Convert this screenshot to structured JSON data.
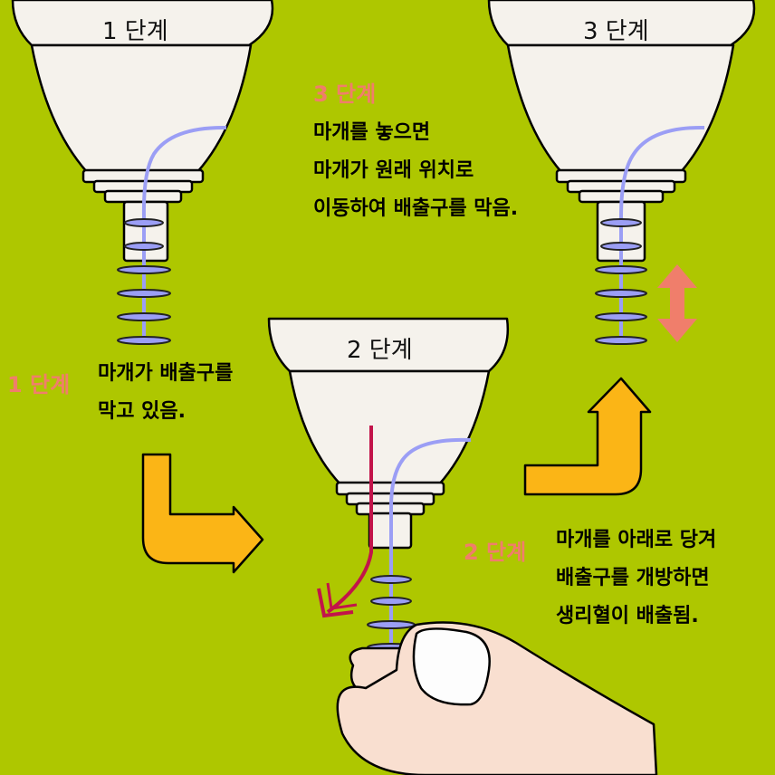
{
  "colors": {
    "background": "#aec700",
    "accent_salmon": "#f07e6b",
    "cup_fill": "#f5f2ec",
    "stem_line": "#9b9ef5",
    "arrow_orange": "#fbb516",
    "pull_red": "#c2144a",
    "skin": "#f9dfd0"
  },
  "cups": {
    "cup1_title": "1 단계",
    "cup2_title": "2 단계",
    "cup3_title": "3 단계"
  },
  "steps": [
    {
      "label": "1 단계",
      "lines": [
        "마개가 배출구를",
        "막고 있음."
      ]
    },
    {
      "label": "2 단계",
      "lines": [
        "마개를 아래로 당겨",
        "배출구를 개방하면",
        "생리혈이 배출됨."
      ]
    },
    {
      "label": "3 단계",
      "lines": [
        "마개를 놓으면",
        "마개가 원래 위치로",
        "이동하여 배출구를 막음."
      ]
    }
  ]
}
